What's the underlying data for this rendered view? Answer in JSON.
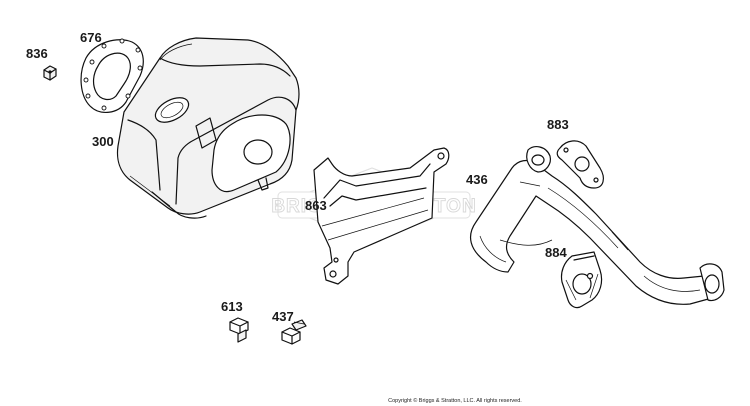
{
  "watermark": {
    "text": "BRIGGS&STRATTON"
  },
  "labels": {
    "p836": "836",
    "p676": "676",
    "p300": "300",
    "p863": "863",
    "p883": "883",
    "p436": "436",
    "p884": "884",
    "p613": "613",
    "p437": "437"
  },
  "copyright": "Copyright © Briggs & Stratton, LLC. All rights reserved.",
  "colors": {
    "line": "#111111",
    "fill": "#f2f2f2",
    "watermark": "#d8d8d8"
  }
}
